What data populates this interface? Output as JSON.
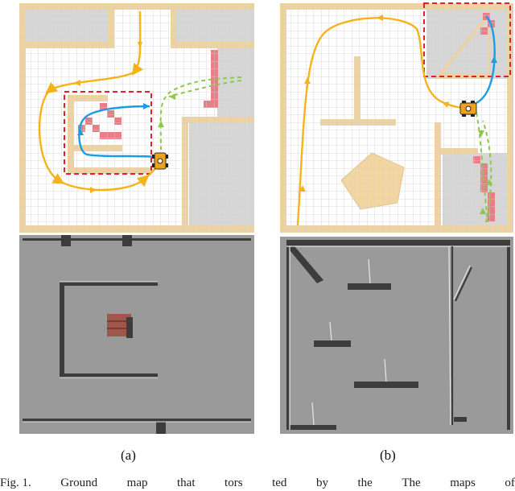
{
  "subfigures": [
    {
      "label": "(a)"
    },
    {
      "label": "(b)"
    }
  ],
  "caption_fragments": [
    "Fig. 1.",
    "Ground",
    "map",
    "that",
    "tors",
    "ted",
    "by",
    "the",
    "The",
    "maps",
    "of"
  ],
  "colors": {
    "wall": "#edd2a2",
    "unknown": "#d6d6d6",
    "free": "#ffffff",
    "grid_line": "#cfcfcf",
    "frontier": "#e87f86",
    "orange_path": "#f6b318",
    "blue_path": "#1d9be3",
    "green_path": "#8cc84b",
    "highlight_box": "#e0222a",
    "robot": "#f0a21b",
    "sim_floor": "#9a9a9a",
    "sim_wall": "#3d3d3d",
    "sim_box": "#a1564b"
  },
  "icons": {
    "robot": "robot-car-icon"
  }
}
